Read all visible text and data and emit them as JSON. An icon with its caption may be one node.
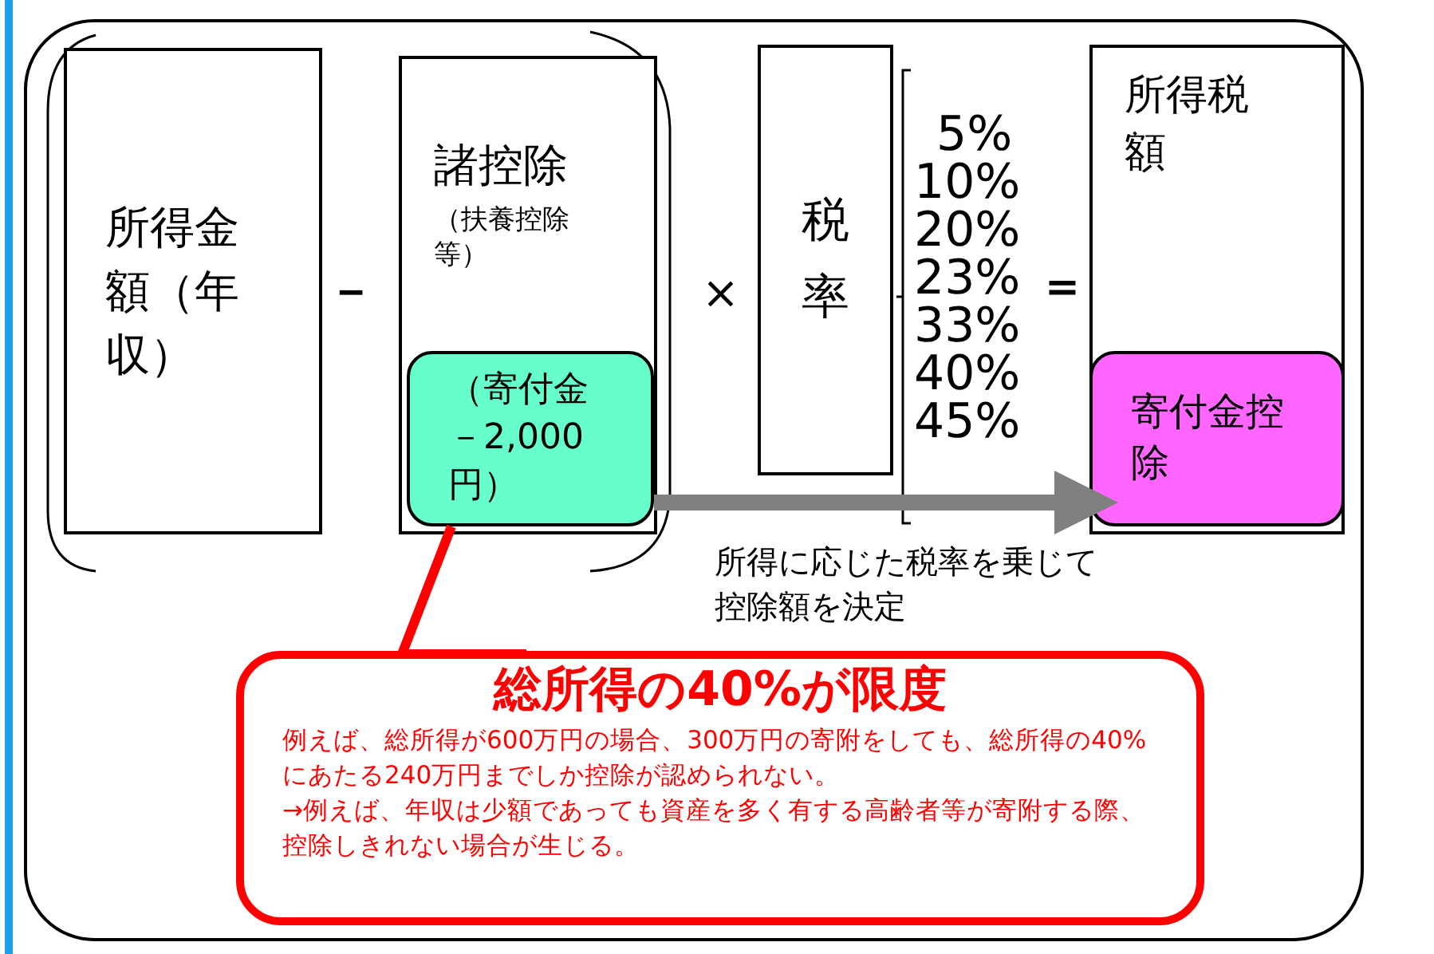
{
  "diagram": {
    "nodes": [
      {
        "text": [
          "所得金額（年収）"
        ]
      },
      {
        "text": [
          "諸控除",
          "（扶養控除等）"
        ]
      },
      {
        "text": [
          "（寄付金－2,000円）"
        ],
        "in": 1
      },
      {
        "text": [
          "税率"
        ]
      },
      {
        "text": [
          "所得税額"
        ]
      },
      {
        "text": [
          "寄付金控除"
        ],
        "in": 4
      },
      {
        "text": [
          "総所得の40%が限度",
          "例えば、総所得が600万円の場合、300万円の寄附をしても、総所得の40%にあたる240万円までしか控除が認められない。",
          "→例えば、年収は少額であっても資産を多く有する高齢者等が寄附する際、控除しきれない場合が生じる。"
        ]
      }
    ],
    "edges": [
      {
        "from": 2,
        "to": 5,
        "arrow": "to",
        "label": "所得に応じた税率を乗じて控除額を決定",
        "color": "#808080"
      },
      {
        "from": 6,
        "to": 2,
        "arrow": "none",
        "color": "#ff0000"
      }
    ],
    "labels": [
      "－",
      "×",
      "5%",
      "10%",
      "20%",
      "23%",
      "33%",
      "40%",
      "45%",
      "＝"
    ]
  }
}
